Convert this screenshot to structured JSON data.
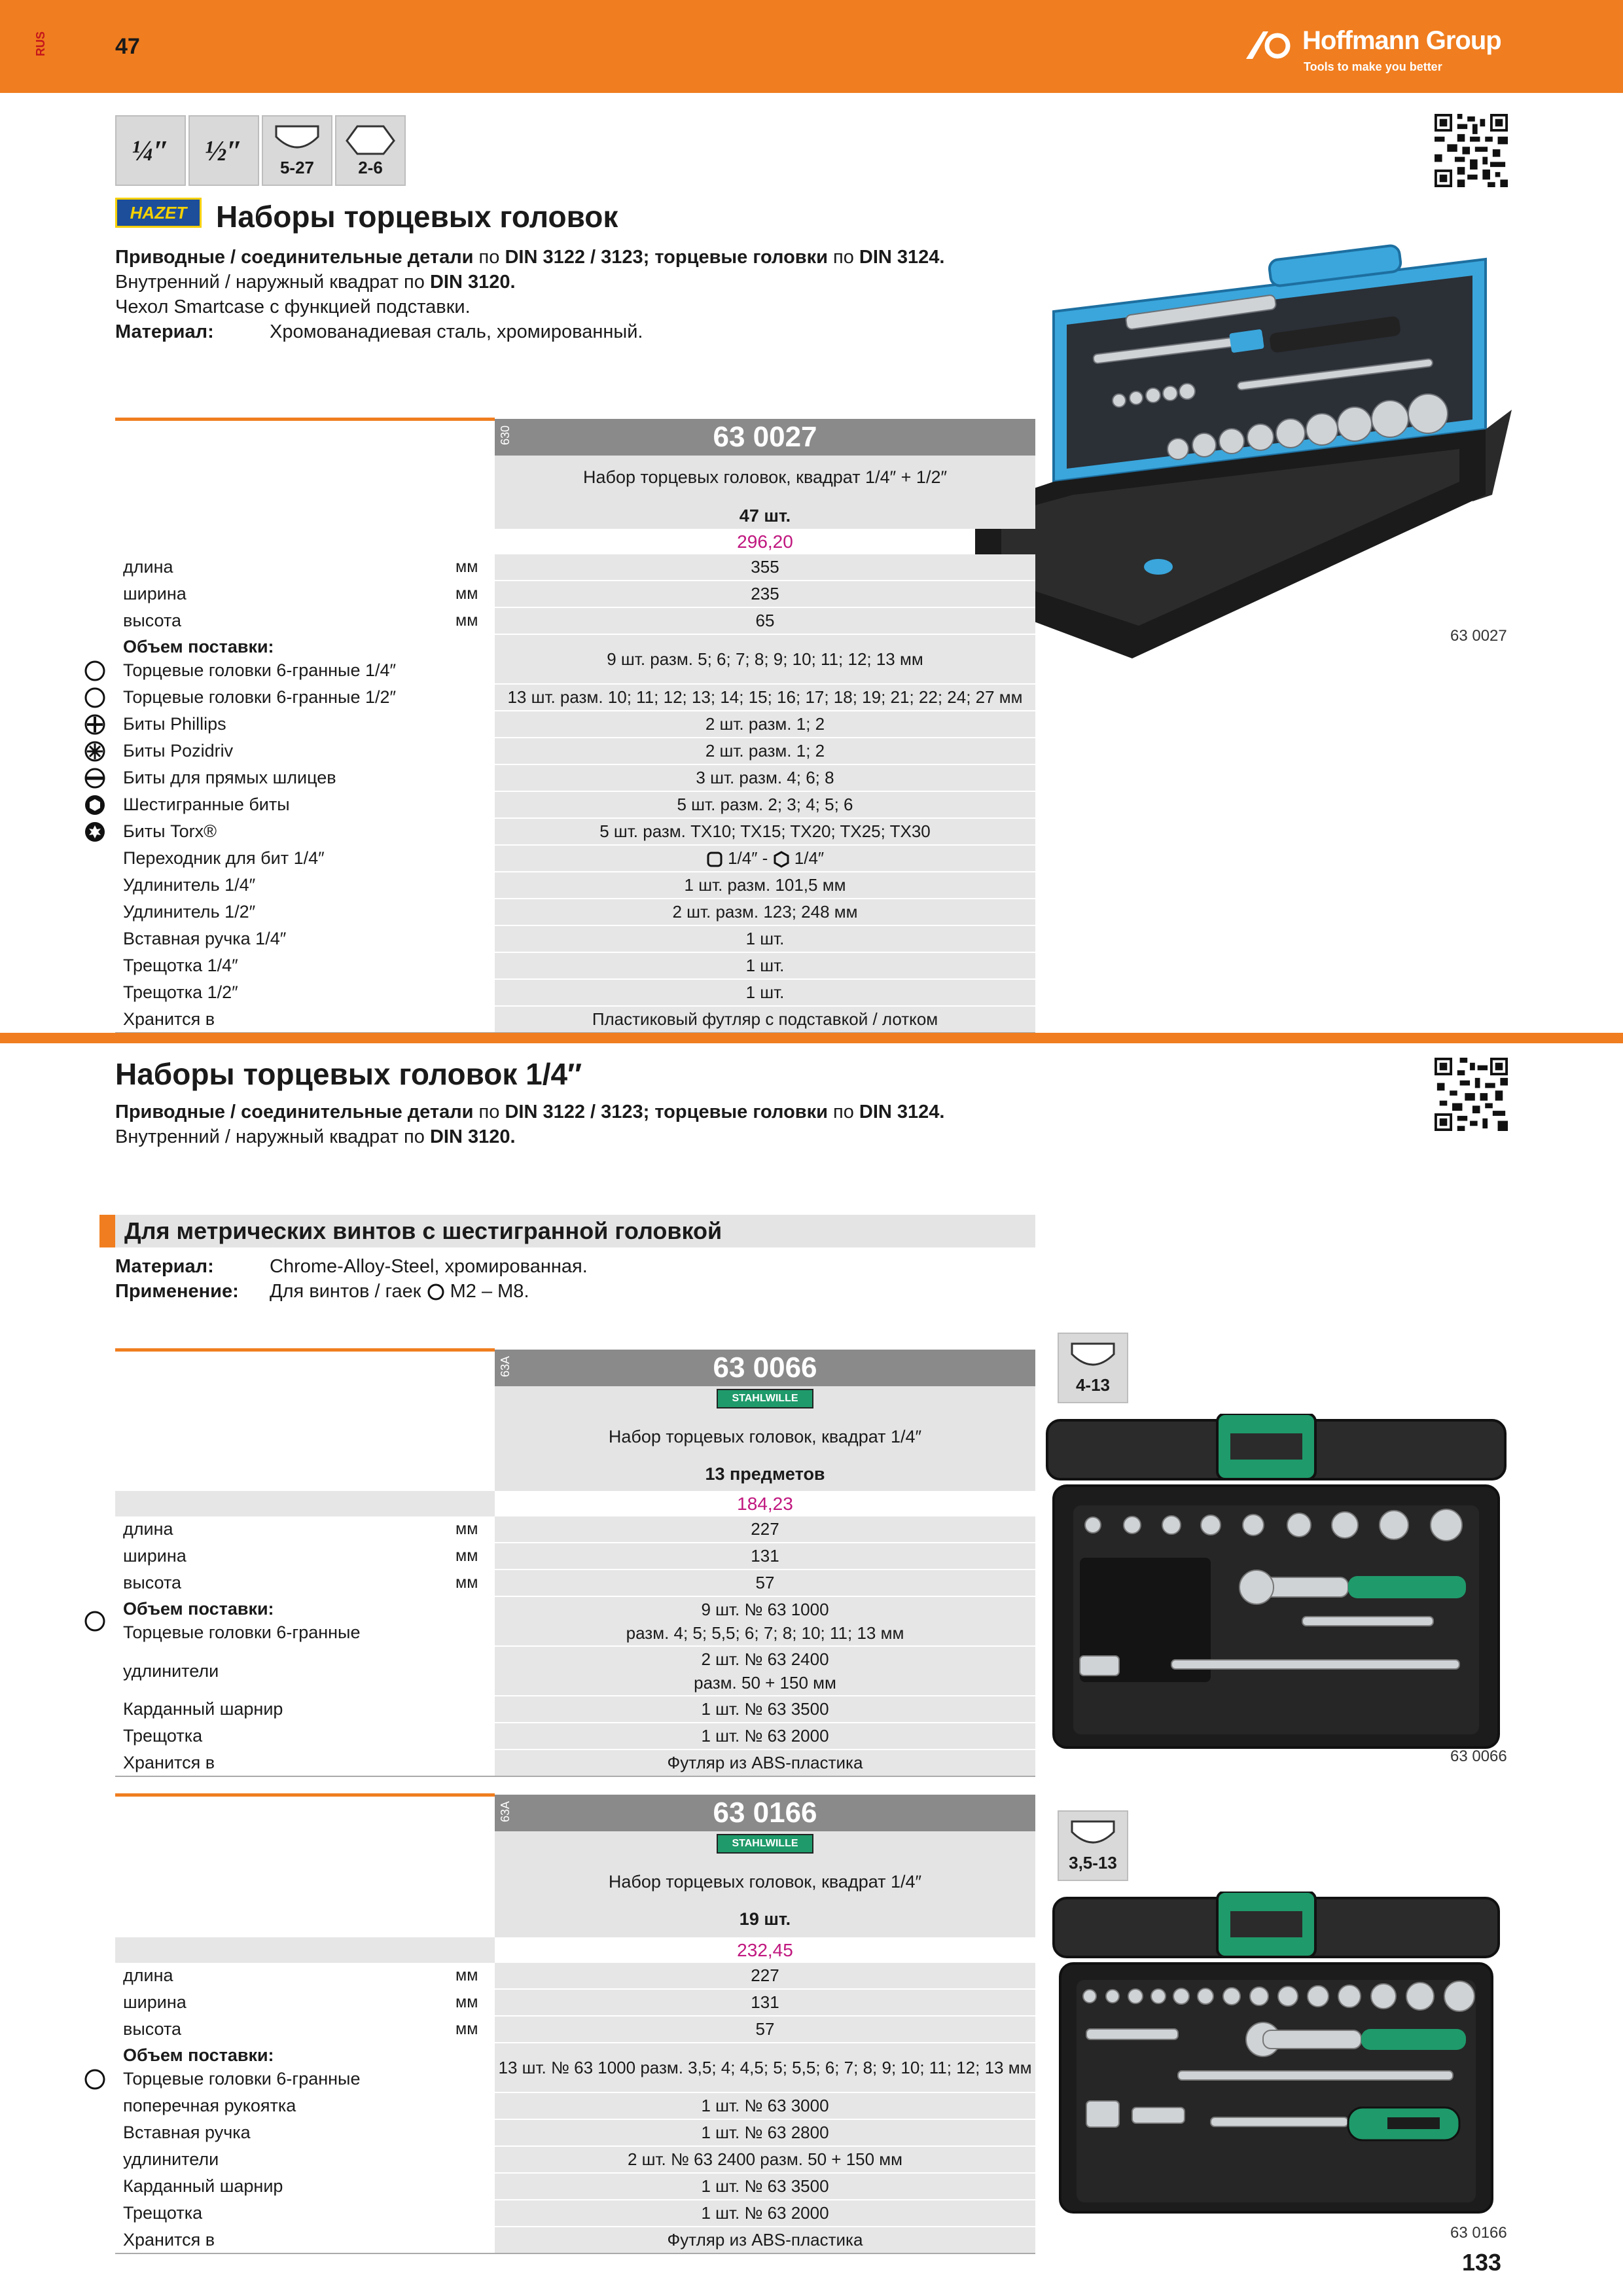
{
  "header": {
    "lang": "RUS",
    "page_left": "47",
    "brand": "Hoffmann Group",
    "brand_tag": "Tools to make you better"
  },
  "section1": {
    "specs": [
      {
        "label": "¼″"
      },
      {
        "label": "½″"
      },
      {
        "label": "5-27"
      },
      {
        "label": "2-6"
      }
    ],
    "brand_badge": "HAZET",
    "title": "Наборы торцевых головок",
    "desc1_b1": "Приводные / соединительные детали",
    "desc1_t1": " по ",
    "desc1_b2": "DIN 3122 / 3123; торцевые головки",
    "desc1_t2": " по ",
    "desc1_b3": "DIN 3124.",
    "desc2_t": "Внутренний / наружный квадрат по ",
    "desc2_b": "DIN 3120.",
    "desc3": "Чехол Smartcase с функцией подставки.",
    "material_label": "Материал:",
    "material_value": "Хромованадиевая сталь, хромированный.",
    "product": {
      "code_vert": "630",
      "article": "63 0027",
      "name": "Набор торцевых головок, квадрат 1/4″ + 1/2″",
      "count": "47 шт.",
      "price": "296,20"
    },
    "rows": [
      {
        "label": "длина",
        "unit": "мм",
        "value": "355"
      },
      {
        "label": "ширина",
        "unit": "мм",
        "value": "235"
      },
      {
        "label": "высота",
        "unit": "мм",
        "value": "65"
      }
    ],
    "scope_label": "Объем поставки:",
    "scope_rows": [
      {
        "label": "Торцевые головки 6-гранные 1/4″",
        "value": "9 шт. разм. 5; 6; 7; 8; 9; 10; 11; 12; 13 мм"
      },
      {
        "label": "Торцевые головки 6-гранные 1/2″",
        "value": "13 шт. разм. 10; 11; 12; 13; 14; 15; 16; 17; 18; 19; 21; 22; 24; 27 мм"
      },
      {
        "label": "Биты Phillips",
        "value": "2 шт. разм. 1; 2"
      },
      {
        "label": "Биты Pozidriv",
        "value": "2 шт. разм. 1; 2"
      },
      {
        "label": "Биты для прямых шлицев",
        "value": "3 шт. разм. 4; 6; 8"
      },
      {
        "label": "Шестигранные биты",
        "value": "5 шт. разм. 2; 3; 4; 5; 6"
      },
      {
        "label": "Биты Torx®",
        "value": "5 шт. разм. TX10; TX15; TX20; TX25; TX30"
      },
      {
        "label": "Переходник для бит 1/4″",
        "value_a": "1/4″ -",
        "value_b": "1/4″"
      },
      {
        "label": "Удлинитель 1/4″",
        "value": "1 шт. разм. 101,5 мм"
      },
      {
        "label": "Удлинитель 1/2″",
        "value": "2 шт. разм. 123; 248 мм"
      },
      {
        "label": "Вставная ручка 1/4″",
        "value": "1 шт."
      },
      {
        "label": "Трещотка 1/4″",
        "value": "1 шт."
      },
      {
        "label": "Трещотка 1/2″",
        "value": "1 шт."
      },
      {
        "label": "Хранится в",
        "value": "Пластиковый футляр с подставкой / лотком"
      }
    ],
    "image_caption": "63 0027"
  },
  "section2": {
    "title": "Наборы торцевых головок 1/4″",
    "desc1_b1": "Приводные / соединительные детали",
    "desc1_t1": " по ",
    "desc1_b2": "DIN 3122 / 3123; торцевые головки",
    "desc1_t2": " по ",
    "desc1_b3": "DIN 3124.",
    "desc2_t": "Внутренний / наружный квадрат по ",
    "desc2_b": "DIN 3120.",
    "subsection": "Для метрических винтов с шестигранной головкой",
    "material_label": "Материал:",
    "material_value": "Chrome-Alloy-Steel, хромированная.",
    "usage_label": "Применение:",
    "usage_value_a": "Для винтов / гаек",
    "usage_value_b": "M2 – M8.",
    "brand_badge": "STAHLWILLE",
    "products": [
      {
        "code_vert": "63A",
        "article": "63 0066",
        "name": "Набор торцевых головок, квадрат 1/4″",
        "count": "13 предметов",
        "price": "184,23",
        "range": "4-13",
        "caption": "63 0066",
        "rows": [
          {
            "label": "длина",
            "unit": "мм",
            "value": "227"
          },
          {
            "label": "ширина",
            "unit": "мм",
            "value": "131"
          },
          {
            "label": "высота",
            "unit": "мм",
            "value": "57"
          }
        ],
        "scope_label": "Объем поставки:",
        "scope_rows": [
          {
            "label": "Торцевые головки 6-гранные",
            "value": "9 шт. № 63 1000",
            "value2": "разм. 4; 5; 5,5; 6; 7; 8; 10; 11; 13 мм"
          },
          {
            "label": "удлинители",
            "value": "2 шт. № 63 2400",
            "value2": "разм. 50 + 150 мм"
          },
          {
            "label": "Карданный шарнир",
            "value": "1 шт. № 63 3500"
          },
          {
            "label": "Трещотка",
            "value": "1 шт. № 63 2000"
          },
          {
            "label": "Хранится в",
            "value": "Футляр из ABS-пластика"
          }
        ]
      },
      {
        "code_vert": "63A",
        "article": "63 0166",
        "name": "Набор торцевых головок, квадрат 1/4″",
        "count": "19 шт.",
        "price": "232,45",
        "range": "3,5-13",
        "caption": "63 0166",
        "rows": [
          {
            "label": "длина",
            "unit": "мм",
            "value": "227"
          },
          {
            "label": "ширина",
            "unit": "мм",
            "value": "131"
          },
          {
            "label": "высота",
            "unit": "мм",
            "value": "57"
          }
        ],
        "scope_label": "Объем поставки:",
        "scope_rows": [
          {
            "label": "Торцевые головки 6-гранные",
            "value": "13 шт. № 63 1000 разм. 3,5; 4; 4,5; 5; 5,5; 6; 7; 8; 9; 10; 11; 12; 13 мм"
          },
          {
            "label": "поперечная рукоятка",
            "value": "1 шт. № 63 3000"
          },
          {
            "label": "Вставная ручка",
            "value": "1 шт. № 63 2800"
          },
          {
            "label": "удлинители",
            "value": "2 шт. № 63 2400 разм. 50 + 150 мм"
          },
          {
            "label": "Карданный шарнир",
            "value": "1 шт. № 63 3500"
          },
          {
            "label": "Трещотка",
            "value": "1 шт. № 63 2000"
          },
          {
            "label": "Хранится в",
            "value": "Футляр из ABS-пластика"
          }
        ]
      }
    ]
  },
  "footer": {
    "page_right": "133"
  },
  "colors": {
    "accent": "#f07d1f",
    "price": "#c0177f",
    "stahlwille": "#1f9a6b",
    "case_blue": "#3aa6dc"
  }
}
